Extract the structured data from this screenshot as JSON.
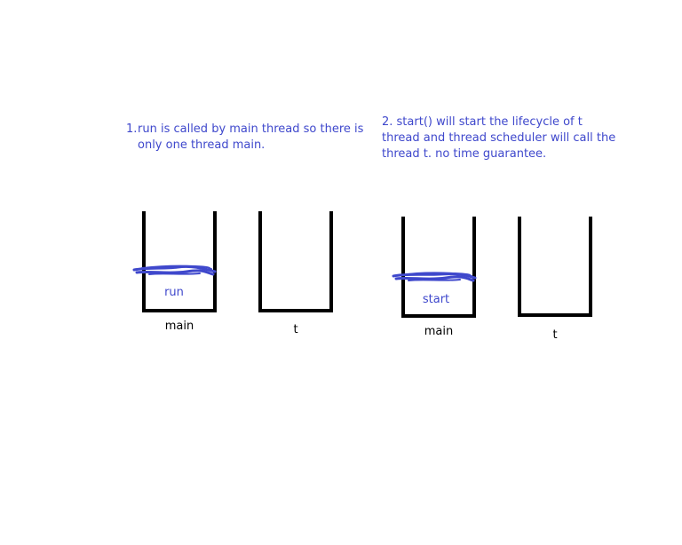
{
  "notes": {
    "note1_number": "1.",
    "note1_line1": "run is called by main thread so there is",
    "note1_line2": "only one thread main.",
    "note2_line1": "2. start() will start the lifecycle of t",
    "note2_line2": "thread and thread scheduler will call the",
    "note2_line3": "thread t. no time guarantee."
  },
  "stacks": {
    "left_main_label": "main",
    "left_main_content": "run",
    "left_t_label": "t",
    "right_main_label": "main",
    "right_main_content": "start",
    "right_t_label": "t"
  },
  "colors": {
    "annotation": "#3f48cc",
    "stack_outline": "#000000"
  }
}
